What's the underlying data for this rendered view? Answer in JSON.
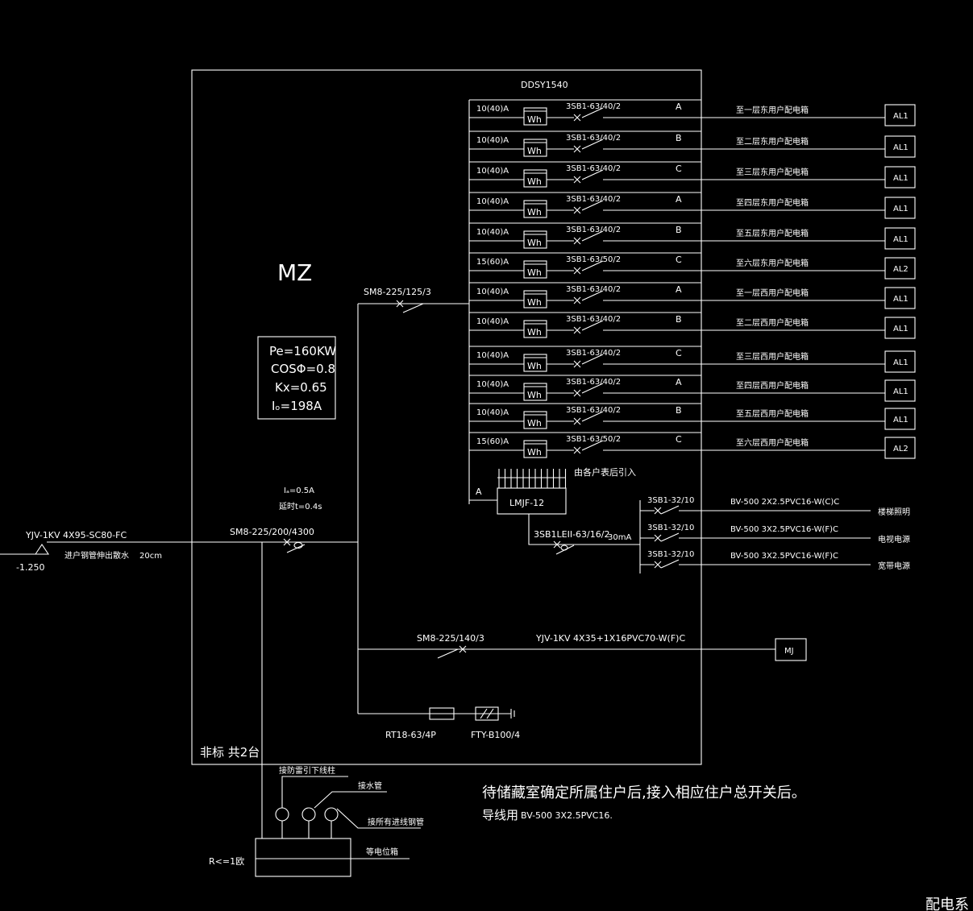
{
  "panel": {
    "name": "MZ",
    "meter_model": "DDSY1540",
    "params": [
      "Pe=160KW",
      "COSΦ=0.8",
      "Kx=0.65",
      "Iₒ=198A"
    ],
    "count_note": "非标 共2台"
  },
  "incoming": {
    "cable": "YJV-1KV 4X95-SC80-FC",
    "level": "-1.250",
    "note": "进户钢管伸出散水",
    "distance": "20cm",
    "breaker": "SM8-225/200/4300",
    "residual": "Iₐ=0.5A",
    "delay": "延时t=0.4s"
  },
  "meter_branch": {
    "breaker": "SM8-225/125/3"
  },
  "meters": [
    {
      "rating": "10(40)A",
      "breaker": "3SB1-63/40/2",
      "phase": "A",
      "dest": "至一层东用户配电箱",
      "box": "AL1"
    },
    {
      "rating": "10(40)A",
      "breaker": "3SB1-63/40/2",
      "phase": "B",
      "dest": "至二层东用户配电箱",
      "box": "AL1"
    },
    {
      "rating": "10(40)A",
      "breaker": "3SB1-63/40/2",
      "phase": "C",
      "dest": "至三层东用户配电箱",
      "box": "AL1"
    },
    {
      "rating": "10(40)A",
      "breaker": "3SB1-63/40/2",
      "phase": "A",
      "dest": "至四层东用户配电箱",
      "box": "AL1"
    },
    {
      "rating": "10(40)A",
      "breaker": "3SB1-63/40/2",
      "phase": "B",
      "dest": "至五层东用户配电箱",
      "box": "AL1"
    },
    {
      "rating": "15(60)A",
      "breaker": "3SB1-63/50/2",
      "phase": "C",
      "dest": "至六层东用户配电箱",
      "box": "AL2"
    },
    {
      "rating": "10(40)A",
      "breaker": "3SB1-63/40/2",
      "phase": "A",
      "dest": "至一层西用户配电箱",
      "box": "AL1"
    },
    {
      "rating": "10(40)A",
      "breaker": "3SB1-63/40/2",
      "phase": "B",
      "dest": "至二层西用户配电箱",
      "box": "AL1"
    },
    {
      "rating": "10(40)A",
      "breaker": "3SB1-63/40/2",
      "phase": "C",
      "dest": "至三层西用户配电箱",
      "box": "AL1"
    },
    {
      "rating": "10(40)A",
      "breaker": "3SB1-63/40/2",
      "phase": "A",
      "dest": "至四层西用户配电箱",
      "box": "AL1"
    },
    {
      "rating": "10(40)A",
      "breaker": "3SB1-63/40/2",
      "phase": "B",
      "dest": "至五层西用户配电箱",
      "box": "AL1"
    },
    {
      "rating": "15(60)A",
      "breaker": "3SB1-63/50/2",
      "phase": "C",
      "dest": "至六层西用户配电箱",
      "box": "AL2"
    }
  ],
  "meter_label": "Wh",
  "public": {
    "phase": "A",
    "meter_box": "LMJF-12",
    "from_note": "由各户表后引入",
    "breaker": "3SB1LEII-63/16/2",
    "trip": "30mA",
    "circuits": [
      {
        "breaker": "3SB1-32/10",
        "cable": "BV-500 2X2.5PVC16-W(C)C",
        "dest": "楼梯照明"
      },
      {
        "breaker": "3SB1-32/10",
        "cable": "BV-500 3X2.5PVC16-W(F)C",
        "dest": "电视电源"
      },
      {
        "breaker": "3SB1-32/10",
        "cable": "BV-500 3X2.5PVC16-W(F)C",
        "dest": "宽带电源"
      }
    ]
  },
  "mj": {
    "breaker": "SM8-225/140/3",
    "cable": "YJV-1KV 4X35+1X16PVC70-W(F)C",
    "box": "MJ"
  },
  "surge": {
    "fuse": "RT18-63/4P",
    "spd": "FTY-B100/4"
  },
  "earthing": {
    "labels": [
      "接防雷引下线柱",
      "接水管",
      "接所有进线钢管",
      "等电位箱"
    ],
    "resistance": "R<=1欧"
  },
  "notes": {
    "line1": "待储藏室确定所属住户后,接入相应住户总开关后。",
    "line2_prefix": "导线用",
    "line2_cable": "BV-500 3X2.5PVC16."
  },
  "corner_text": "配电系"
}
